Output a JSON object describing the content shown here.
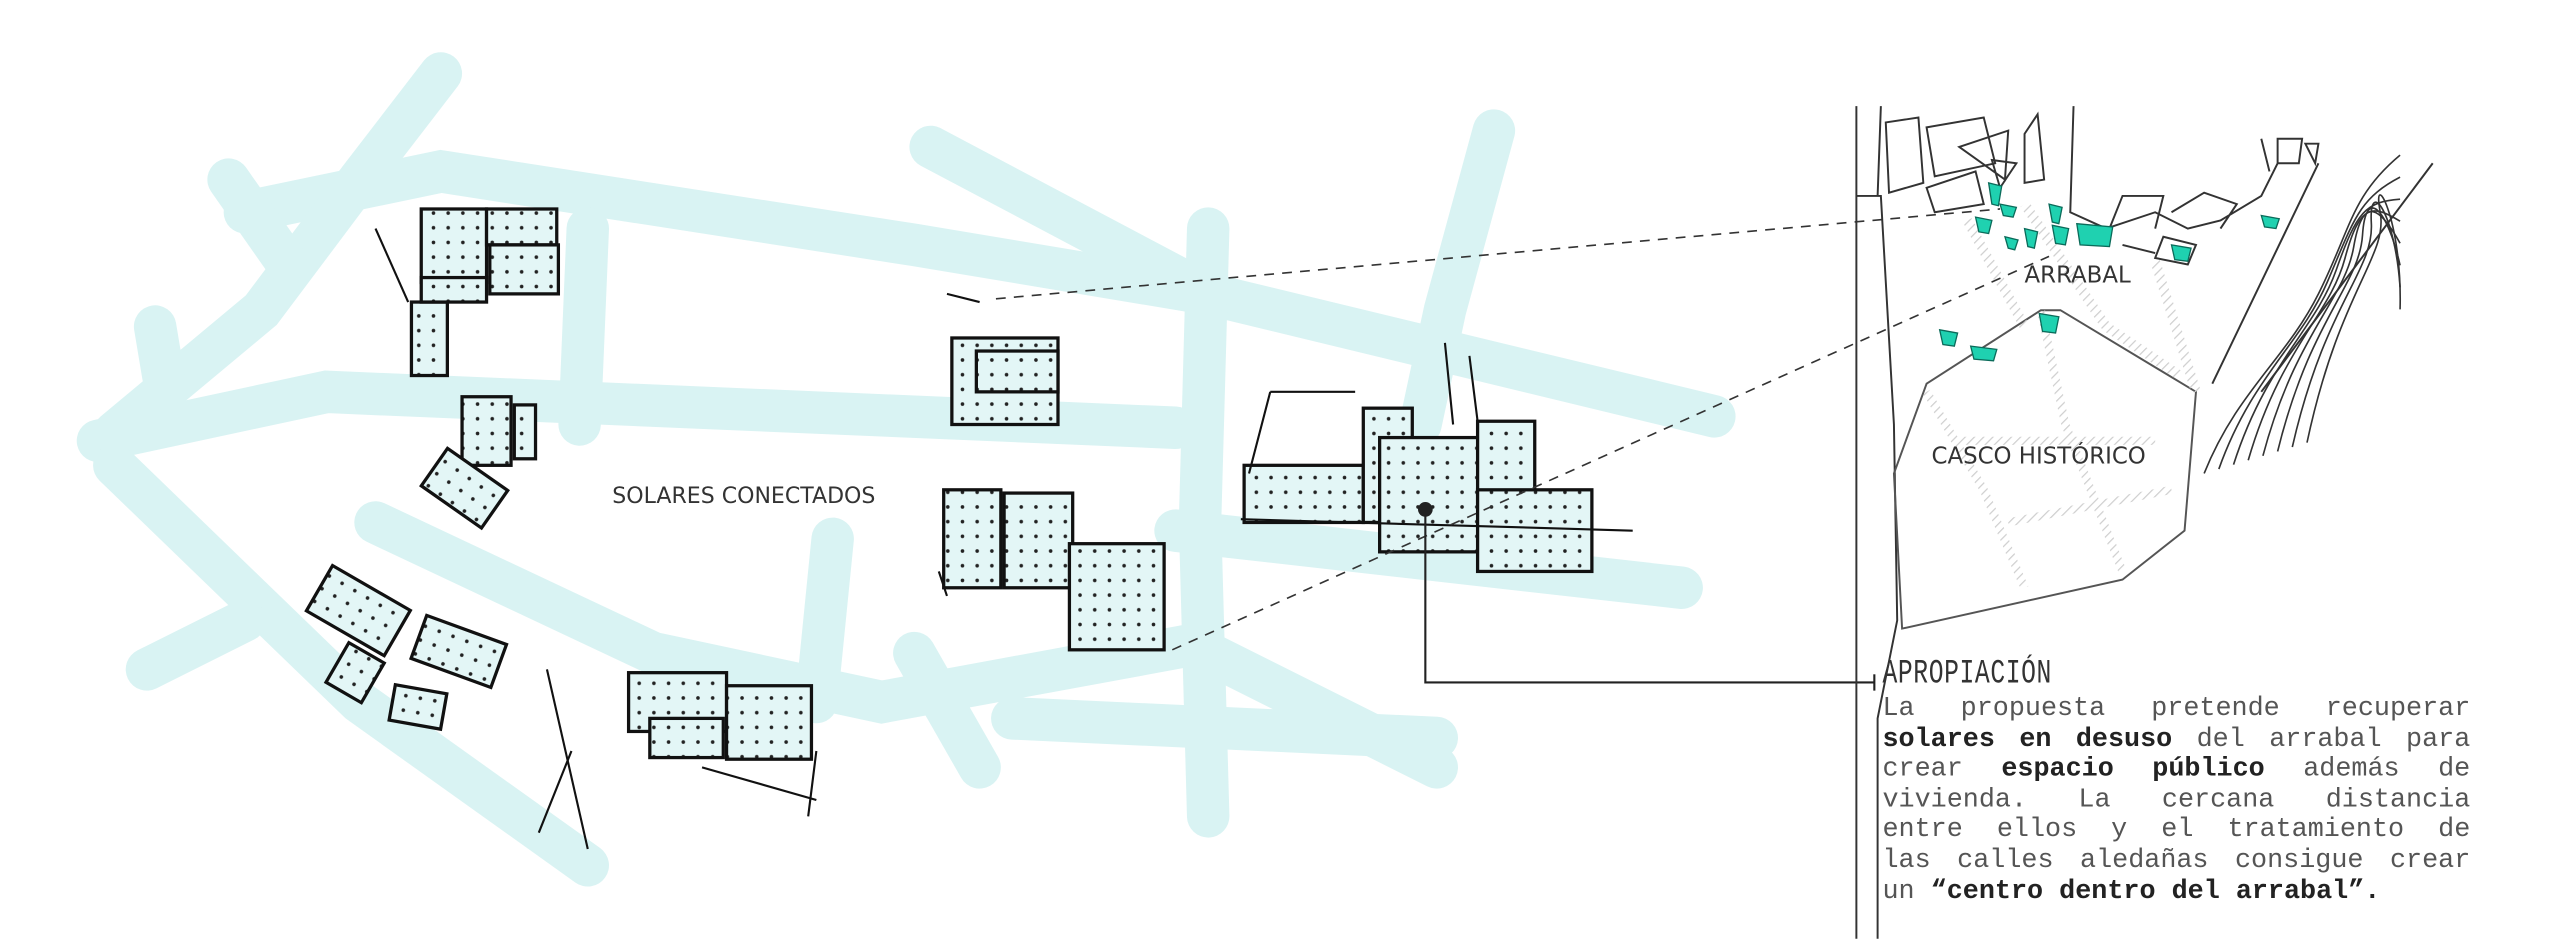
{
  "labels": {
    "solares": "SOLARES CONECTADOS",
    "arrabal": "ARRABAL",
    "casco": "CASCO HISTÓRICO"
  },
  "text_block": {
    "title": "APROPIACIÓN",
    "lines": [
      [
        {
          "t": "La propuesta pretende recuperar",
          "b": false
        }
      ],
      [
        {
          "t": "solares en desuso",
          "b": true
        },
        {
          "t": " del arrabal para",
          "b": false
        }
      ],
      [
        {
          "t": "crear ",
          "b": false
        },
        {
          "t": "espacio público",
          "b": true
        },
        {
          "t": " además de",
          "b": false
        }
      ],
      [
        {
          "t": "vivienda. La cercana distancia",
          "b": false
        }
      ],
      [
        {
          "t": "entre ellos y el tratamiento de",
          "b": false
        }
      ],
      [
        {
          "t": "las calles aledañas consigue crear",
          "b": false
        }
      ],
      [
        {
          "t": "un ",
          "b": false
        },
        {
          "t": "“centro dentro del arrabal”.",
          "b": true
        }
      ]
    ]
  },
  "colors": {
    "street": "#d9f3f3",
    "highlight": "#1fd1b0",
    "ink": "#111111"
  }
}
